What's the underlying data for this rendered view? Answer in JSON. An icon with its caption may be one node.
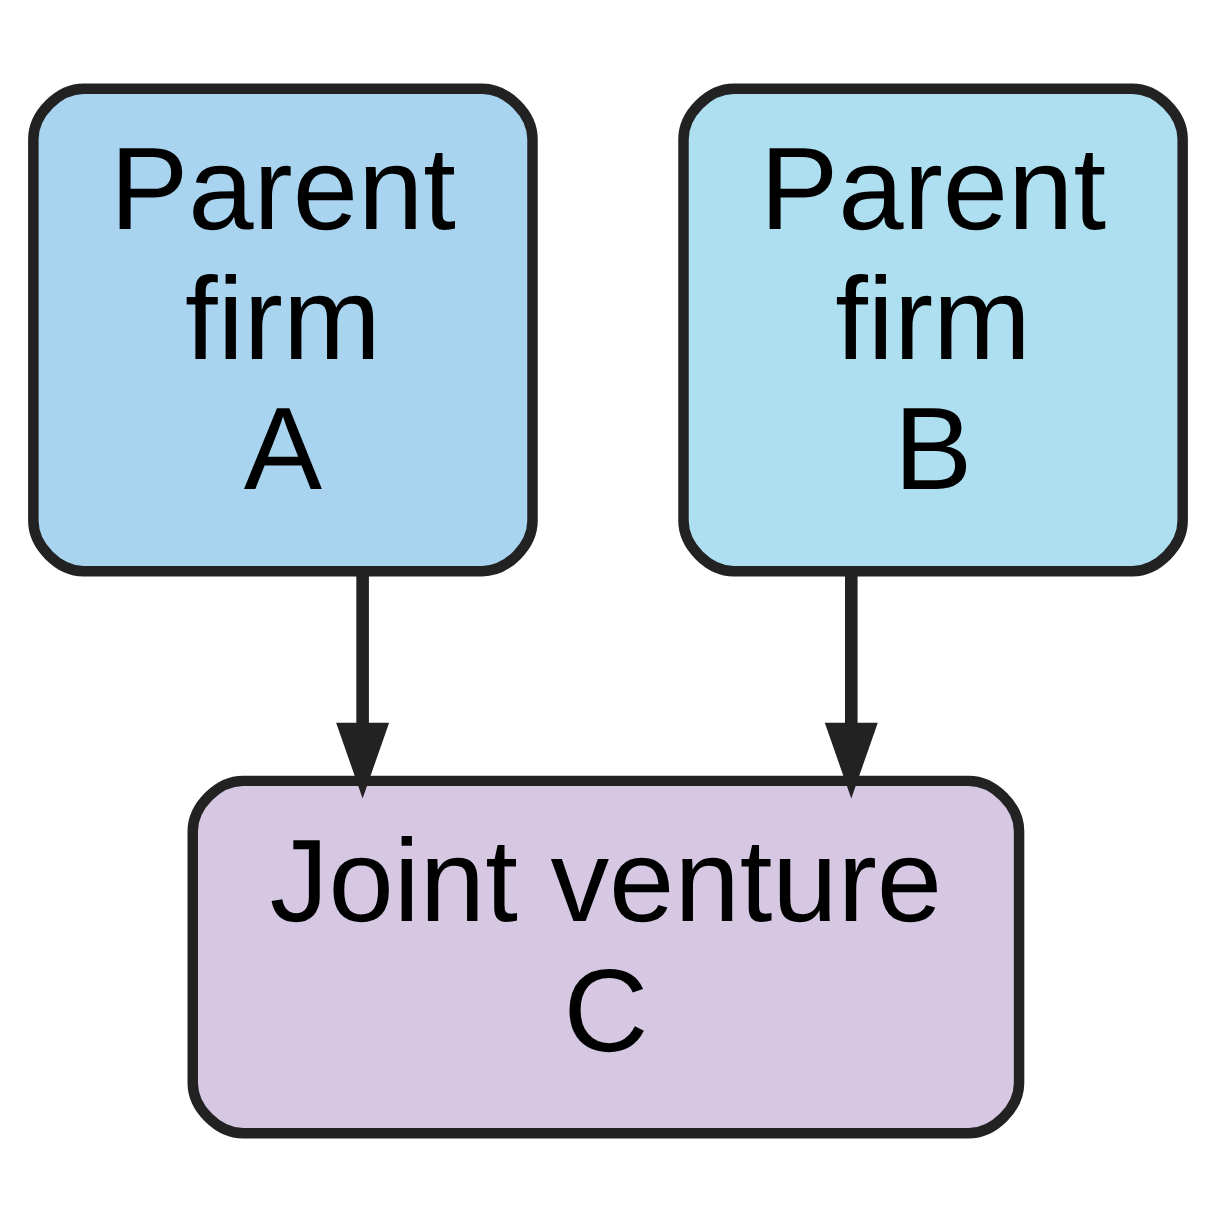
{
  "diagram": {
    "nodes": [
      {
        "text": [
          "Parent firm A"
        ]
      },
      {
        "text": [
          "Parent firm B"
        ]
      },
      {
        "text": [
          "Joint venture C"
        ]
      }
    ],
    "edges": [
      {
        "from": 0,
        "to": 2,
        "arrow": "to"
      },
      {
        "from": 1,
        "to": 2,
        "arrow": "to"
      }
    ]
  }
}
